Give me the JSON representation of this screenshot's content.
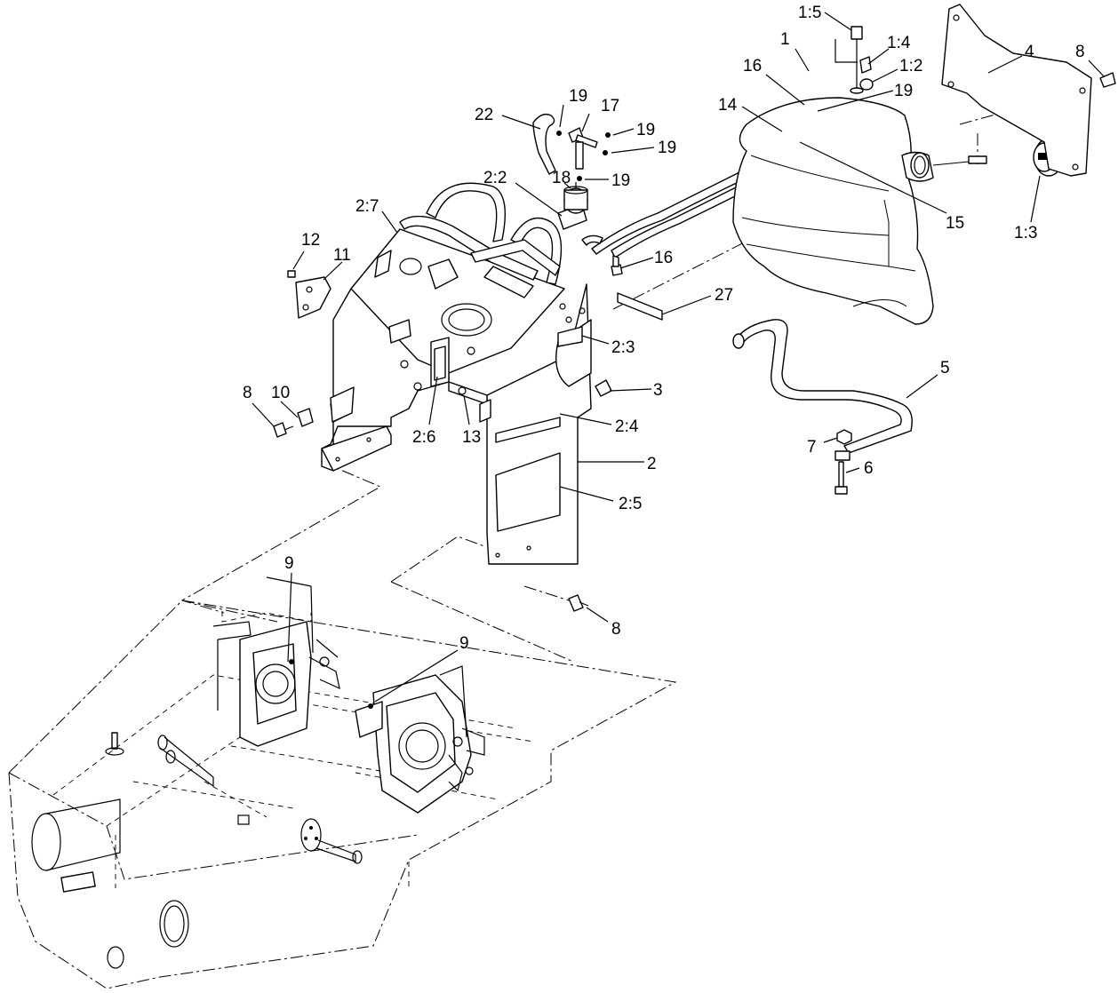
{
  "callouts": [
    {
      "id": "c-1-5",
      "label": "1:5"
    },
    {
      "id": "c-1",
      "label": "1"
    },
    {
      "id": "c-1-4",
      "label": "1:4"
    },
    {
      "id": "c-1-2",
      "label": "1:2"
    },
    {
      "id": "c-16-a",
      "label": "16"
    },
    {
      "id": "c-19-a",
      "label": "19"
    },
    {
      "id": "c-14",
      "label": "14"
    },
    {
      "id": "c-4",
      "label": "4"
    },
    {
      "id": "c-8-a",
      "label": "8"
    },
    {
      "id": "c-15",
      "label": "15"
    },
    {
      "id": "c-1-3",
      "label": "1:3"
    },
    {
      "id": "c-19-b",
      "label": "19"
    },
    {
      "id": "c-17",
      "label": "17"
    },
    {
      "id": "c-22",
      "label": "22"
    },
    {
      "id": "c-19-c",
      "label": "19"
    },
    {
      "id": "c-19-d",
      "label": "19"
    },
    {
      "id": "c-19-e",
      "label": "19"
    },
    {
      "id": "c-2-2",
      "label": "2:2"
    },
    {
      "id": "c-18",
      "label": "18"
    },
    {
      "id": "c-2-7",
      "label": "2:7"
    },
    {
      "id": "c-16-b",
      "label": "16"
    },
    {
      "id": "c-12",
      "label": "12"
    },
    {
      "id": "c-11",
      "label": "11"
    },
    {
      "id": "c-27",
      "label": "27"
    },
    {
      "id": "c-2-3",
      "label": "2:3"
    },
    {
      "id": "c-5",
      "label": "5"
    },
    {
      "id": "c-3",
      "label": "3"
    },
    {
      "id": "c-8-b",
      "label": "8"
    },
    {
      "id": "c-10",
      "label": "10"
    },
    {
      "id": "c-2-4",
      "label": "2:4"
    },
    {
      "id": "c-2-6",
      "label": "2:6"
    },
    {
      "id": "c-13",
      "label": "13"
    },
    {
      "id": "c-7",
      "label": "7"
    },
    {
      "id": "c-2",
      "label": "2"
    },
    {
      "id": "c-6",
      "label": "6"
    },
    {
      "id": "c-2-5",
      "label": "2:5"
    },
    {
      "id": "c-9-a",
      "label": "9"
    },
    {
      "id": "c-8-c",
      "label": "8"
    },
    {
      "id": "c-9-b",
      "label": "9"
    }
  ]
}
